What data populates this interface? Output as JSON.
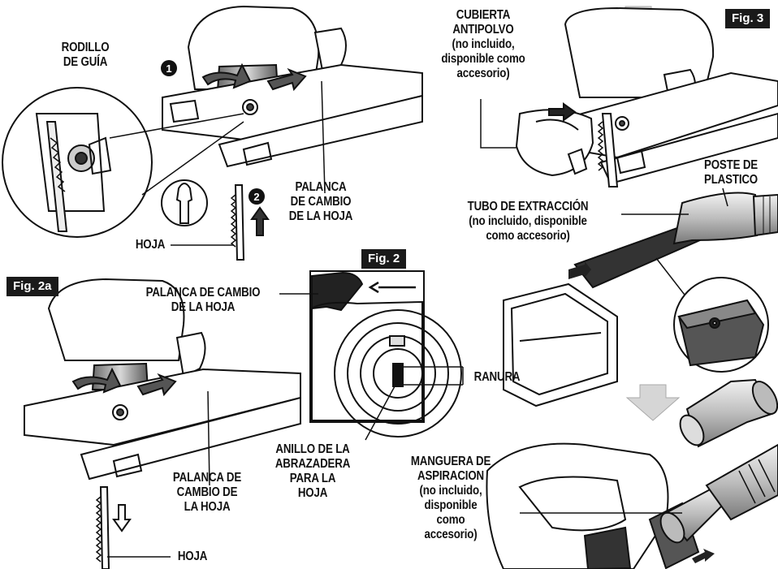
{
  "figure_tags": {
    "fig_2a": "Fig. 2a",
    "fig_2": "Fig. 2",
    "fig_3": "Fig. 3"
  },
  "step_markers": {
    "step_1": "1",
    "step_2": "2"
  },
  "labels": {
    "rodillo_guia": [
      "RODILLO",
      "DE GUÍA"
    ],
    "palanca_top": [
      "PALANCA",
      "DE CAMBIO",
      "DE LA HOJA"
    ],
    "hoja_top": "HOJA",
    "palanca_fig2": [
      "PALANCA DE CAMBIO",
      "DE LA HOJA"
    ],
    "ranura": "RANURA",
    "anillo": [
      "ANILLO DE LA",
      "ABRAZADERA",
      "PARA LA",
      "HOJA"
    ],
    "palanca_2a": [
      "PALANCA DE",
      "CAMBIO DE",
      "LA HOJA"
    ],
    "hoja_2a": "HOJA",
    "cubierta": [
      "CUBIERTA",
      "ANTIPOLVO",
      "(no incluido,",
      "disponible  como",
      "accesorio)"
    ],
    "poste": [
      "POSTE DE",
      "PLASTICO"
    ],
    "tubo": [
      "TUBO DE EXTRACCIÓN",
      "(no incluido, disponible",
      "como accesorio)"
    ],
    "manguera": [
      "MANGUERA DE",
      "ASPIRACION",
      "(no incluido,",
      "disponible",
      "como",
      "accesorio)"
    ]
  }
}
